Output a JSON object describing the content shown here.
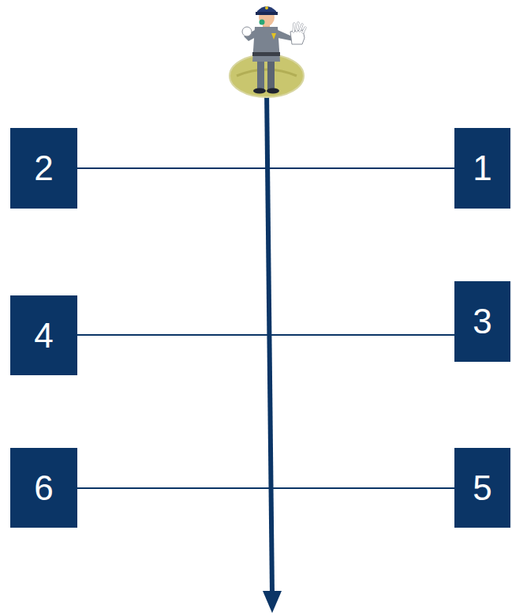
{
  "diagram": {
    "nodes": [
      {
        "text": [
          "2"
        ]
      },
      {
        "text": [
          "1"
        ]
      },
      {
        "text": [
          "4"
        ]
      },
      {
        "text": [
          "3"
        ]
      },
      {
        "text": [
          "6"
        ]
      },
      {
        "text": [
          "5"
        ]
      }
    ],
    "edges": [
      {
        "from": 0,
        "to": 1,
        "arrow": "none"
      },
      {
        "from": 2,
        "to": 3,
        "arrow": "none"
      },
      {
        "from": 4,
        "to": 5,
        "arrow": "none"
      }
    ]
  }
}
